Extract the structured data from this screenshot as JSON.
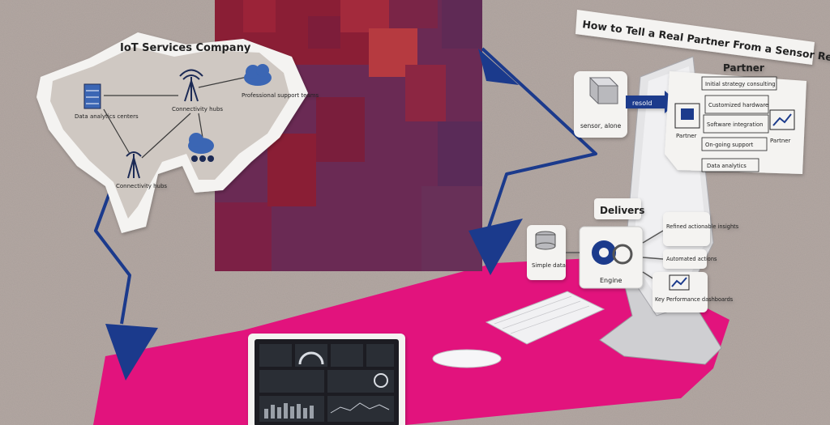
{
  "colors": {
    "background": "#b2a7a2",
    "magenta": "#e2137d",
    "arrow_blue": "#1b3a8c",
    "maroon": "#8a1e35",
    "purple": "#6a2a54",
    "sticker_white": "#f4f3f1",
    "map_land": "#cfc8c2",
    "icon_blue": "#3a66b4"
  },
  "map_card": {
    "title": "IoT Services Company",
    "nodes": {
      "data_centers": "Data analytics centers",
      "connectivity_top": "Connectivity hubs",
      "support": "Professional support teams",
      "connectivity_bottom": "Connectivity hubs"
    }
  },
  "partner_card": {
    "title": "How to Tell a Real Partner From a Sensor Reseller",
    "sensor_label": "sensor, alone",
    "resold_label": "resold",
    "partner_heading": "Partner",
    "partner_left": "Partner",
    "partner_right": "Partner",
    "steps": [
      "Initial strategy consulting",
      "Customized hardware",
      "Software integration",
      "On-going support",
      "Data analytics"
    ]
  },
  "delivers_card": {
    "title": "Delivers",
    "input": "Simple data",
    "engine": "Engine",
    "outputs": [
      "Refined actionable insights",
      "Automated actions",
      "Key Performance dashboards"
    ]
  }
}
